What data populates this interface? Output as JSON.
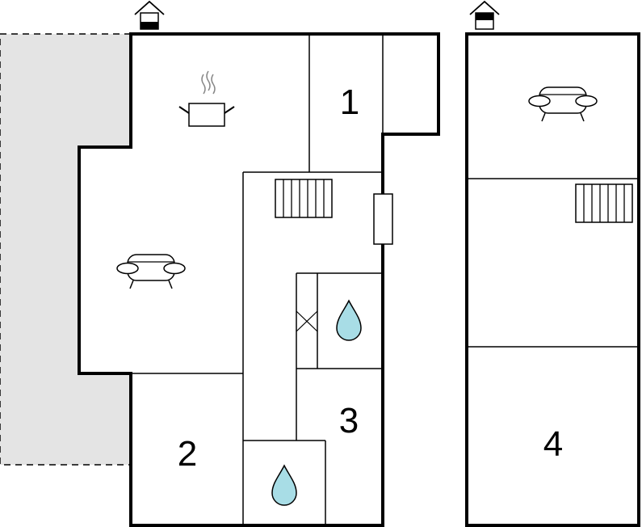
{
  "floorplan": {
    "rooms": [
      {
        "number": "1"
      },
      {
        "number": "2"
      },
      {
        "number": "3"
      },
      {
        "number": "4"
      }
    ],
    "icons": {
      "entrance_ground": "house-entrance-icon",
      "entrance_upper": "house-entrance-icon",
      "kitchen": "cooking-pot-icon",
      "living_ground": "sofa-icon",
      "living_upper": "sofa-icon",
      "stairs_ground": "stairs-icon",
      "stairs_upper": "stairs-icon",
      "bath_1": "water-drop-icon",
      "bath_2": "water-drop-icon",
      "shower": "shower-cross-icon",
      "radiator": "radiator-icon"
    },
    "colors": {
      "terrace": "#e4e4e4",
      "water": "#a8dde6",
      "wall": "#000000"
    }
  }
}
